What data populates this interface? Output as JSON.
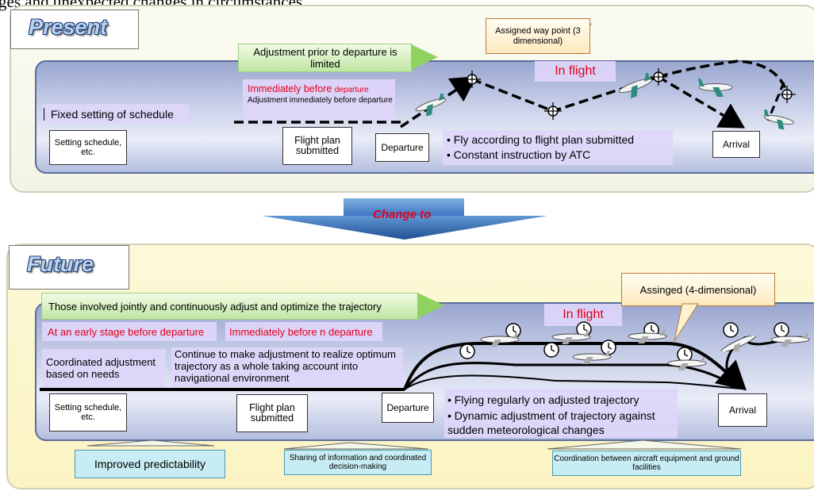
{
  "top_text": "ges and unexpected changes in circumstances.",
  "present": {
    "title": "Present",
    "banner": "Adjustment prior to departure is limited",
    "immediately_red": "Immediately before ",
    "immediately_red_small": "departure",
    "immediately_sub": "Adjustment immediately before departure",
    "fixed_setting": "Fixed setting of schedule",
    "in_flight": "In flight",
    "callout": "Assigned way point (3 dimensional)",
    "setting_schedule": "Setting schedule, etc.",
    "flight_plan": "Flight plan submitted",
    "departure": "Departure",
    "arrival": "Arrival",
    "bullet1": "• Fly according to flight plan submitted",
    "bullet2": "• Constant instruction by ATC"
  },
  "change_to": "Change to",
  "future": {
    "title": "Future",
    "banner": "Those involved jointly and continuously adjust and optimize the trajectory",
    "early_stage": "At an early stage before departure",
    "immediately": "Immediately before n departure",
    "coordinated": "Coordinated adjustment based on needs",
    "continue": "Continue to make adjustment to realize optimum trajectory as a whole taking account into navigational environment",
    "in_flight": "In flight",
    "callout": "Assinged (4-dimensional)",
    "setting_schedule": "Setting schedule, etc.",
    "flight_plan": "Flight plan submitted",
    "departure": "Departure",
    "arrival": "Arrival",
    "bullet1": "• Flying regularly on adjusted trajectory",
    "bullet2": "• Dynamic adjustment of trajectory against sudden meteorological changes",
    "pillars": [
      "Improved predictability",
      "Sharing of information and coordinated decision-making",
      "Coordination between aircraft equipment and ground facilities"
    ]
  },
  "colors": {
    "red_text": "#e3001b",
    "frame_blue": "#5a6f9a",
    "banner_green": "#8fd260",
    "pillar_cyan": "#c7ecf3"
  },
  "icons": [
    "airplane-icon",
    "clock-icon",
    "waypoint-icon",
    "trajectory-arrow-icon"
  ]
}
